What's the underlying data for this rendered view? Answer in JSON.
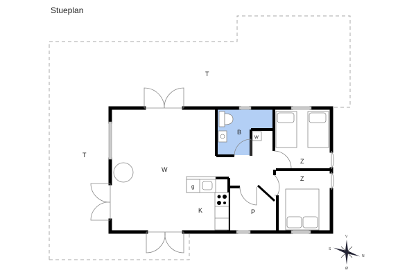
{
  "title": "Stueplan",
  "rooms": {
    "terrace_top": "T",
    "terrace_left": "T",
    "living": "W",
    "bath": "B",
    "washer": "w",
    "bedroom1": "Z",
    "bedroom2": "Z",
    "kitchen": "K",
    "freezer": "g",
    "pantry": "P"
  },
  "compass": {
    "north": "N",
    "south": "S",
    "east": "Ø",
    "west": "V"
  },
  "colors": {
    "wall": "#000000",
    "bath_fill": "#b3cff5",
    "window": "#bbbbbb",
    "outline": "#999999"
  }
}
